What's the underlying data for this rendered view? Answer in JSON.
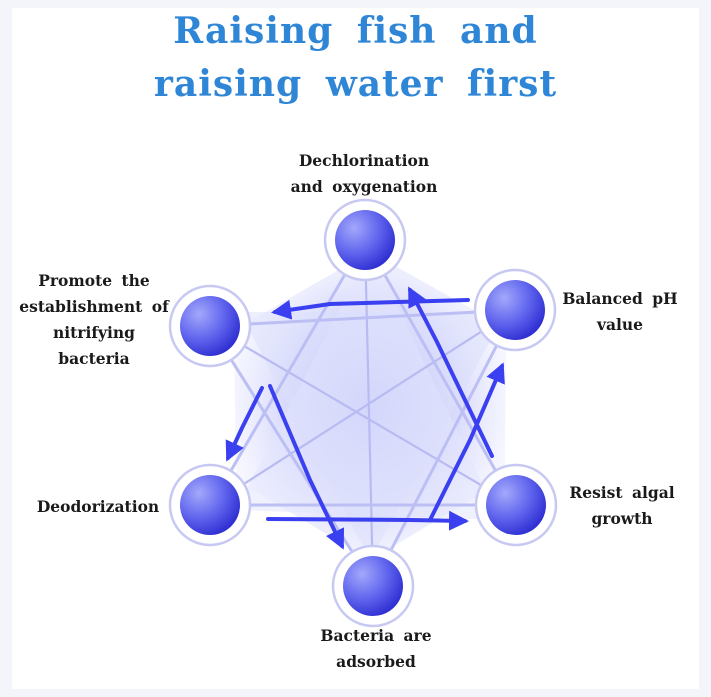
{
  "title": {
    "line1": "Raising fish and",
    "line2": "raising water first"
  },
  "nodes": {
    "top": {
      "line1": "Dechlorination",
      "line2": "and oxygenation"
    },
    "top_right": {
      "line1": "Balanced pH",
      "line2": "value"
    },
    "bottom_right": {
      "line1": "Resist algal",
      "line2": "growth"
    },
    "bottom": {
      "line1": "Bacteria are",
      "line2": "adsorbed"
    },
    "bottom_left": {
      "line1": "Deodorization"
    },
    "top_left": {
      "line1": "Promote the",
      "line2": "establishment of",
      "line3": "nitrifying",
      "line4": "bacteria"
    }
  },
  "colors": {
    "title": "#2f86d6",
    "node_fill_light": "#8a8ff5",
    "node_fill_dark": "#3535d8",
    "ring": "#c7c9f3",
    "arrow": "#3a3ff0",
    "hexagon": "#c9cbf8"
  }
}
